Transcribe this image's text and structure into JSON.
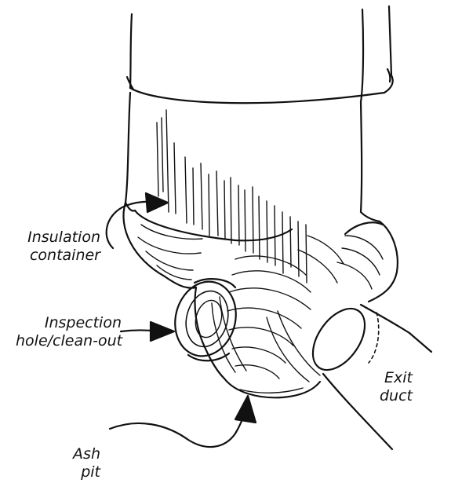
{
  "labels": {
    "insulation": [
      "Insulation",
      "container"
    ],
    "inspection": [
      "Inspection",
      "hole/clean-out"
    ],
    "exit": [
      "Exit",
      "duct"
    ],
    "ash": [
      "Ash",
      "pit"
    ]
  },
  "colors": {
    "ink": "#111111",
    "background": "#ffffff"
  }
}
